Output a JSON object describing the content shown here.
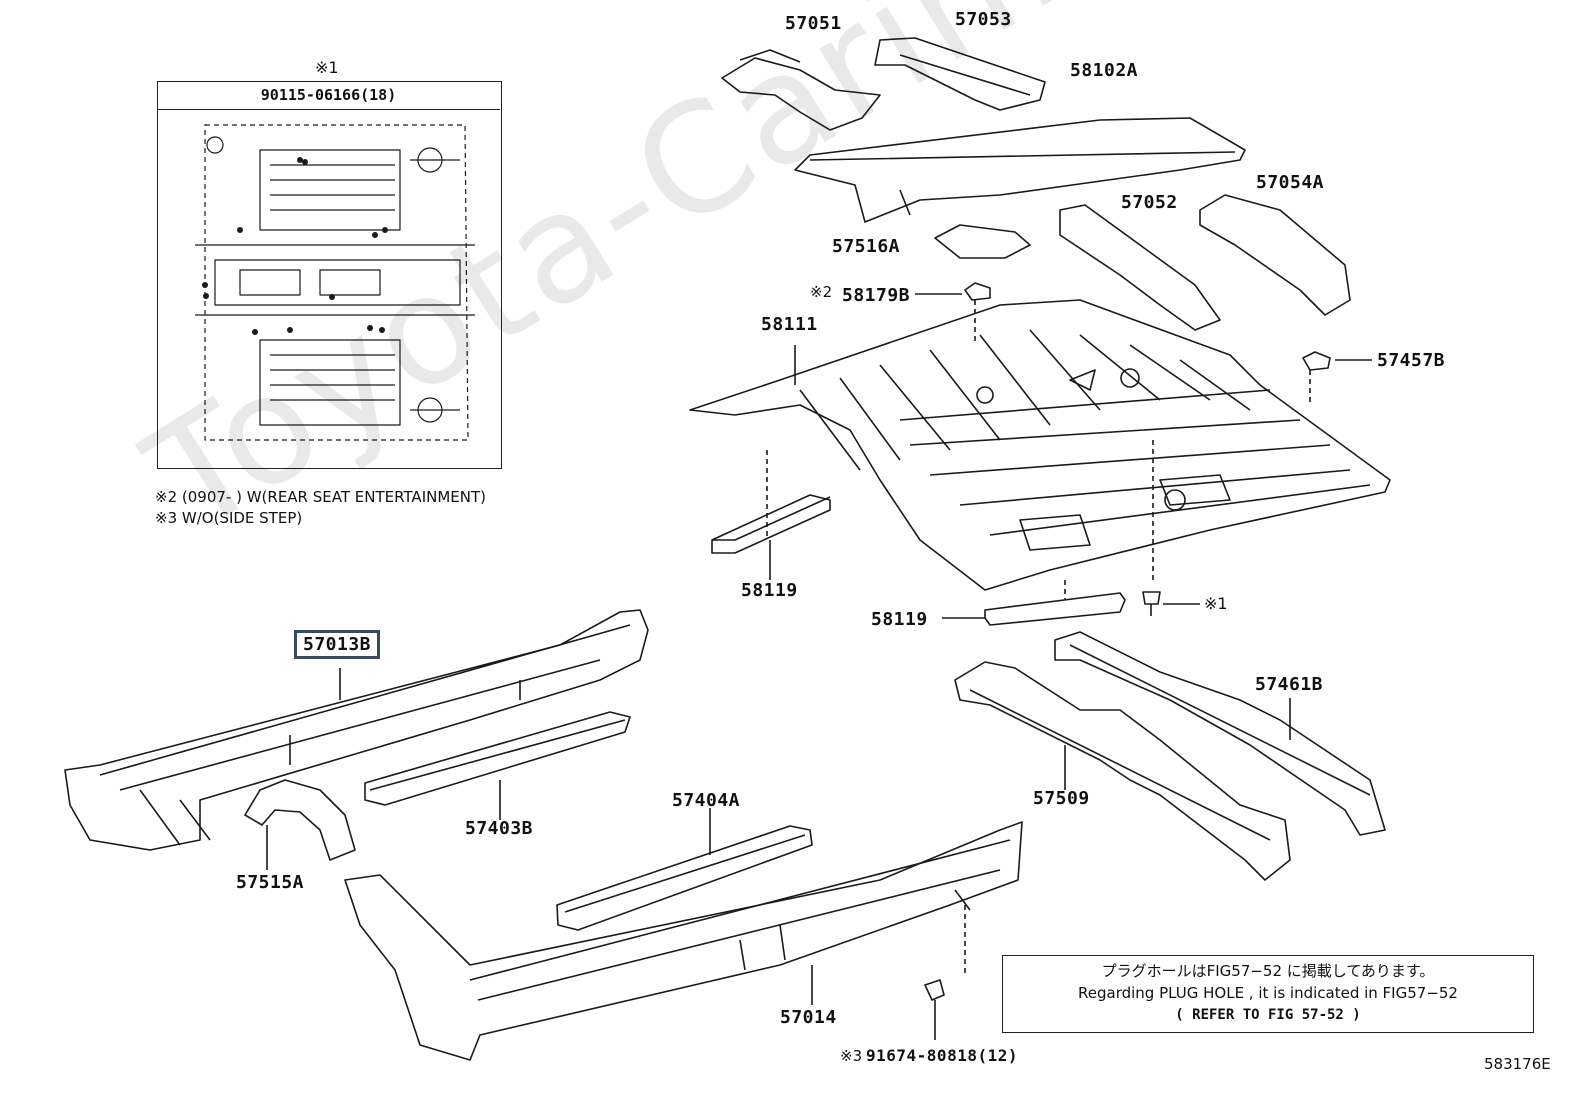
{
  "watermark": "Toyota-Carinfo.ru",
  "inset": {
    "mark": "※1",
    "part_number": "90115-06166(18)"
  },
  "notes": [
    "※2 (0907-      ) W(REAR SEAT ENTERTAINMENT)",
    "※3 W/O(SIDE STEP)"
  ],
  "parts": {
    "p57051": "57051",
    "p57053": "57053",
    "p58102A": "58102A",
    "p57052": "57052",
    "p57054A": "57054A",
    "p57516A": "57516A",
    "p58179B": "58179B",
    "p58179B_mark": "※2",
    "p58111": "58111",
    "p57457B": "57457B",
    "p58119a": "58119",
    "p58119b": "58119",
    "bolt_mark": "※1",
    "p57013B": "57013B",
    "p57403B": "57403B",
    "p57515A": "57515A",
    "p57404A": "57404A",
    "p57509": "57509",
    "p57461B": "57461B",
    "p57014": "57014",
    "p91674_mark": "※3",
    "p91674": "91674-80818(12)"
  },
  "reference": {
    "line1": "プラグホールはFIG57−52 に掲載してあります。",
    "line2": "Regarding PLUG HOLE , it is indicated in FIG57−52",
    "line3": "( REFER TO FIG 57-52 )"
  },
  "diagram_number": "583176E",
  "colors": {
    "line": "#1a1a1a",
    "selected_border": "#3a4a5e",
    "watermark": "#e9e9e9"
  }
}
